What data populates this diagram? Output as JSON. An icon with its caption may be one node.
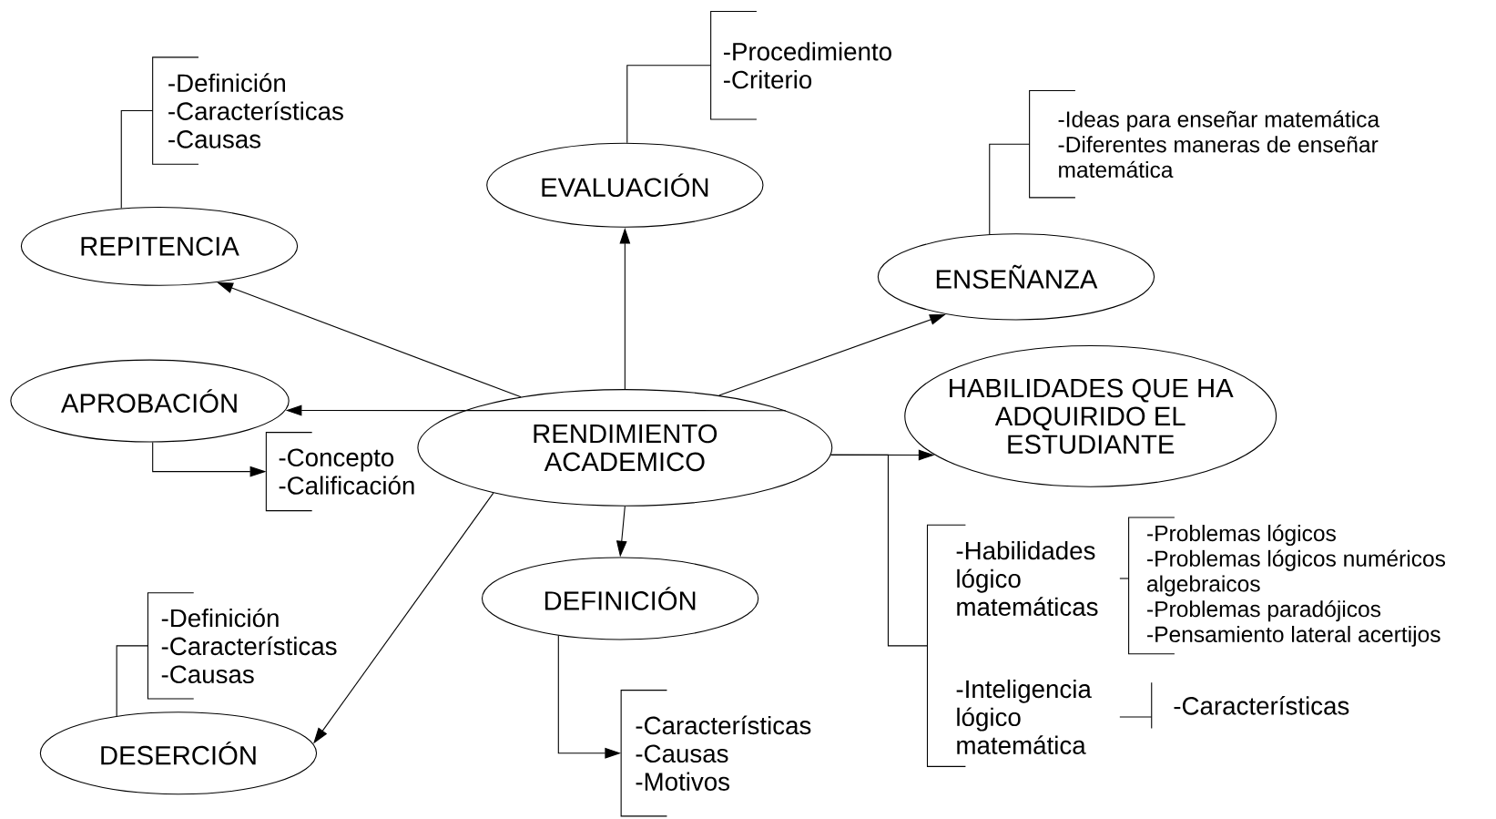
{
  "diagram": {
    "nodes": [
      {
        "text": [
          "RENDIMIENTO ACADEMICO"
        ]
      },
      {
        "text": [
          "REPITENCIA"
        ]
      },
      {
        "text": [
          "-Definición",
          "-Características",
          "-Causas"
        ]
      },
      {
        "text": [
          "EVALUACIÓN"
        ]
      },
      {
        "text": [
          "-Procedimiento",
          "-Criterio"
        ]
      },
      {
        "text": [
          "ENSEÑANZA"
        ]
      },
      {
        "text": [
          "-Ideas para enseñar matemática",
          "-Diferentes maneras de enseñar matemática"
        ]
      },
      {
        "text": [
          "APROBACIÓN"
        ]
      },
      {
        "text": [
          "-Concepto",
          "-Calificación"
        ]
      },
      {
        "text": [
          "HABILIDADES QUE HA ADQUIRIDO EL ESTUDIANTE"
        ]
      },
      {
        "text": [
          "DEFINICIÓN"
        ]
      },
      {
        "text": [
          "-Características",
          "-Causas",
          "-Motivos"
        ]
      },
      {
        "text": [
          "DESERCIÓN"
        ]
      },
      {
        "text": [
          "-Definición",
          "-Características",
          "-Causas"
        ]
      },
      {
        "text": [],
        "shape": "bracket"
      },
      {
        "text": [
          "-Habilidades lógico matemáticas"
        ]
      },
      {
        "text": [
          "-Problemas lógicos",
          "-Problemas lógicos numéricos algebraicos",
          "-Problemas paradójicos",
          "-Pensamiento lateral acertijos"
        ]
      },
      {
        "text": [
          "-Inteligencia lógico matemática"
        ]
      },
      {
        "text": [
          "-Características"
        ]
      }
    ],
    "edges": [
      {
        "from": 0,
        "to": 1,
        "arrow": "to"
      },
      {
        "from": 0,
        "to": 3,
        "arrow": "to"
      },
      {
        "from": 0,
        "to": 5,
        "arrow": "to"
      },
      {
        "from": 0,
        "to": 7,
        "arrow": "to"
      },
      {
        "from": 0,
        "to": 9,
        "arrow": "to"
      },
      {
        "from": 0,
        "to": 10,
        "arrow": "to"
      },
      {
        "from": 0,
        "to": 12,
        "arrow": "to"
      },
      {
        "from": 0,
        "to": 14,
        "arrow": "none"
      },
      {
        "from": 1,
        "to": 2,
        "arrow": "none"
      },
      {
        "from": 3,
        "to": 4,
        "arrow": "none"
      },
      {
        "from": 5,
        "to": 6,
        "arrow": "none"
      },
      {
        "from": 7,
        "to": 8,
        "arrow": "to"
      },
      {
        "from": 10,
        "to": 11,
        "arrow": "to"
      },
      {
        "from": 12,
        "to": 13,
        "arrow": "none"
      },
      {
        "from": 15,
        "to": 16,
        "arrow": "none"
      },
      {
        "from": 17,
        "to": 18,
        "arrow": "none"
      }
    ]
  }
}
